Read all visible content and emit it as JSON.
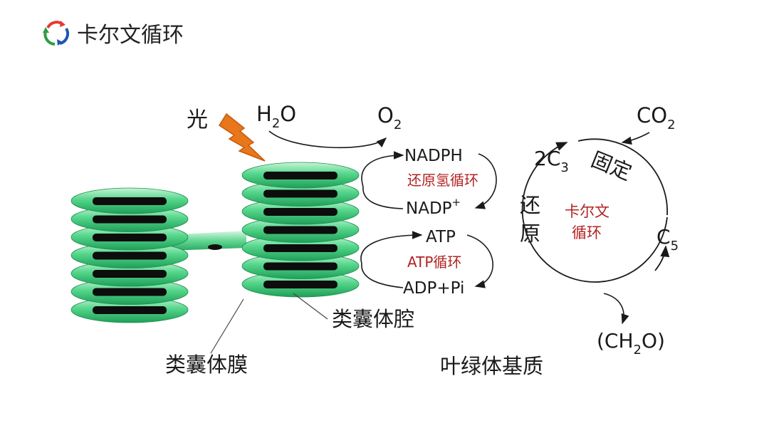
{
  "header": {
    "title": "卡尔文循环",
    "logo_icon": "cycle-arrows-icon"
  },
  "labels": {
    "light": "光",
    "h2o_base": "H",
    "h2o_sub": "2",
    "h2o_tail": "O",
    "o2_base": "O",
    "o2_sub": "2",
    "nadph": "NADPH",
    "nadp_base": "NADP",
    "nadp_sup": "+",
    "hydrogen_cycle": "还原氢循环",
    "atp": "ATP",
    "atp_cycle": "ATP循环",
    "adp_pi": "ADP+Pi",
    "thylakoid_lumen": "类囊体腔",
    "thylakoid_membrane": "类囊体膜",
    "stroma": "叶绿体基质",
    "co2_base": "CO",
    "co2_sub": "2",
    "c3_prefix": "2C",
    "c3_sub": "3",
    "fixation": "固定",
    "reduction_1": "还",
    "reduction_2": "原",
    "calvin_line1": "卡尔文",
    "calvin_line2": "循环",
    "c5_base": "C",
    "c5_sub": "5",
    "ch2o_open": "(CH",
    "ch2o_sub": "2",
    "ch2o_close": "O)"
  },
  "colors": {
    "grana_green": "#2fbf6a",
    "highlight_red": "#b22222",
    "lightning_orange": "#e8761a",
    "text": "#1a1a1a"
  }
}
